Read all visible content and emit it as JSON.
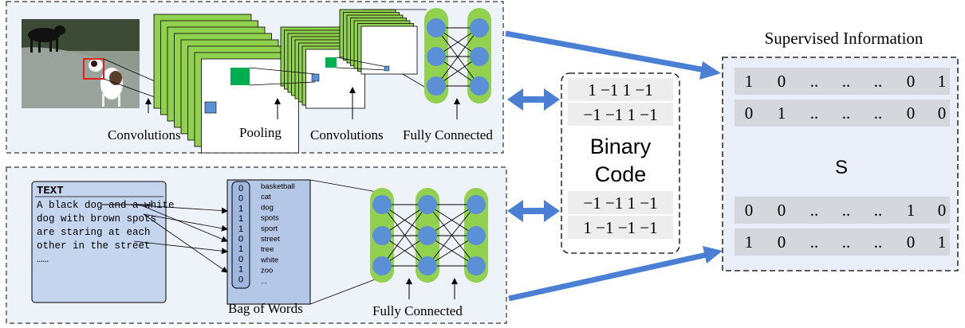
{
  "image_branch": {
    "labels": {
      "conv1": "Convolutions",
      "pool": "Pooling",
      "conv2": "Convolutions",
      "fc": "Fully Connected"
    }
  },
  "text_branch": {
    "text_box": {
      "title": "TEXT",
      "lines": [
        "A black dog and a white",
        "dog with brown spots",
        "are staring at each",
        "other in the street",
        "……"
      ]
    },
    "bow": {
      "bits": [
        "0",
        "0",
        "1",
        "1",
        "1",
        "0",
        "1",
        "0",
        "1",
        "0"
      ],
      "words": [
        "basketball",
        "cat",
        "dog",
        "spots",
        "sport",
        "street",
        "tree",
        "white",
        "zoo",
        "..."
      ],
      "label": "Bag of Words"
    },
    "fc_label": "Fully Connected"
  },
  "binary_code": {
    "top_rows": [
      "1 −1 1 −1",
      "−1 −1 1 −1"
    ],
    "title_line1": "Binary",
    "title_line2": "Code",
    "bottom_rows": [
      "−1 −1 1 −1",
      "1 −1 −1 −1"
    ]
  },
  "supervised": {
    "title": "Supervised Information",
    "rows_top": [
      [
        "1",
        "0",
        "..",
        "..",
        "..",
        "0",
        "1"
      ],
      [
        "0",
        "1",
        "..",
        "..",
        "..",
        "0",
        "0"
      ]
    ],
    "s_label": "S",
    "rows_bottom": [
      [
        "0",
        "0",
        "..",
        "..",
        "..",
        "1",
        "0"
      ],
      [
        "1",
        "0",
        "..",
        "..",
        "..",
        "0",
        "1"
      ]
    ]
  },
  "colors": {
    "panel_bg": "#eef2f9",
    "green": "#92d050",
    "blue_node": "#5b8fd6",
    "arrow_blue": "#4a7fd4",
    "bow_fill": "#b4c7e7",
    "green_patch": "#00b050"
  }
}
